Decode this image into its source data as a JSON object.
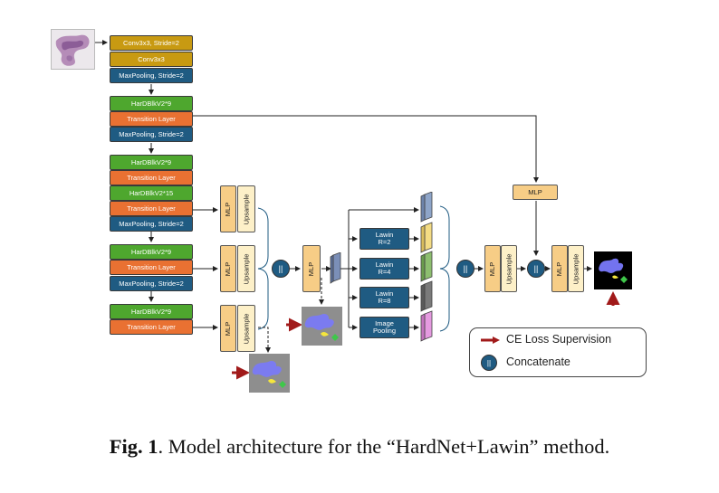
{
  "encoder": {
    "b1": "Conv3x3, Stride=2",
    "b2": "Conv3x3",
    "b3": "MaxPooling, Stride=2",
    "b4": "HarDBlkV2*9",
    "b5": "Transition Layer",
    "b6": "MaxPooling, Stride=2",
    "b7": "HarDBlkV2*9",
    "b8": "Transition Layer",
    "b9": "HarDBlkV2*15",
    "b10": "Transition Layer",
    "b11": "MaxPooling, Stride=2",
    "b12": "HarDBlkV2*9",
    "b13": "Transition Layer",
    "b14": "MaxPooling, Stride=2",
    "b15": "HarDBlkV2*9",
    "b16": "Transition Layer"
  },
  "decoder": {
    "mlp": "MLP",
    "upsample": "Upsample",
    "concat_symbol": "||"
  },
  "lawin": {
    "r2": "Lawin R=2",
    "r4": "Lawin R=4",
    "r8": "Lawin R=8",
    "pool": "Image Pooling"
  },
  "legend": {
    "ce": "CE Loss Supervision",
    "concat": "Concatenate"
  },
  "caption": {
    "label": "Fig. 1",
    "text": ". Model architecture for the “HardNet+Lawin” method."
  },
  "colors": {
    "gold": "#c89a12",
    "blue": "#1f5b82",
    "green": "#4ea72e",
    "orange": "#e97132",
    "mlp": "#f7cd86",
    "upsample": "#fdf0c8",
    "arrow_red": "#a11a1a",
    "mask_blue": "#7b7bf0"
  }
}
